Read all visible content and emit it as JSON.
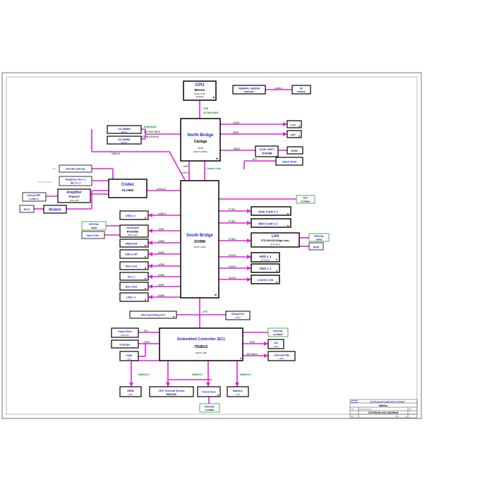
{
  "colors": {
    "bus": "#e020e0",
    "blue_text": "#1a1ad0",
    "green_text": "#1a8a1a",
    "orange_text": "#e07820",
    "red_marker": "#d01010",
    "box_border": "#000000",
    "frame": "#333333"
  },
  "blocks": {
    "cpu": {
      "title": "CPU",
      "name": "Merom",
      "sub1": "Socket P 479",
      "sub2": "&-FCPGA"
    },
    "thermal_sensor_top": {
      "title": "THERMAL SENSOR",
      "sub": "EMC1402"
    },
    "ec_top": {
      "title": "EC",
      "sub": "ITE8512"
    },
    "smbus_top": "SMBUS",
    "north_bridge": {
      "title": "North Bridge",
      "name": "Cantiga",
      "sub1": "GL40",
      "sub2": "1329-Pin FCBGA"
    },
    "south_bridge": {
      "title": "South Bridge",
      "name": "ICH9M",
      "sub": "676-Pin mBGA"
    },
    "embedded_controller": {
      "title": "Embedded Controller (EC)",
      "name": "ITE8512",
      "sub": "128-Pin LQFP"
    },
    "so_dimm0": {
      "title": "SO-DIMM0",
      "sub": "200-Pin"
    },
    "so_dimm1": {
      "title": "SO-DIMM1",
      "sub": "200-Pin"
    },
    "ram_bus": {
      "line1": "RAM BUS",
      "line2": "667/800 MHZ",
      "line3": "(DDR2/DDR3)"
    },
    "fsb": {
      "line1": "FSB",
      "line2": "667/800 MHZ"
    },
    "lcd": "LCD",
    "crt": "CRT",
    "level_shift": {
      "title": "LEVEL SHIFT",
      "sub": "CH7318B"
    },
    "hdmi": "HDMI",
    "hdcp_rom": "HDCP ROM",
    "lvds": "LVDS",
    "rgb": "RGB",
    "tmds": "TMDS",
    "spi_top": "SPI",
    "dmi": "DMI",
    "x2x4": "X2/X4",
    "control_link": "Control Link",
    "smbus_left": "SMBUS",
    "intel_mic": "Intel Mic In(Array)",
    "headphone": {
      "line1": "Headphone Out x 1",
      "line2": "Mic In x 1"
    },
    "codec": {
      "title": "Codec",
      "name": "ALC662"
    },
    "mic_label": "MIC",
    "ext_jack_label": "External JACK",
    "internal_spk": {
      "line1": "Internal SPK",
      "line2": "2 1.5W x 2"
    },
    "amplifier": {
      "title": "Amplifier",
      "name": "TPA6017",
      "sub": "16-Pin QFP"
    },
    "azalia": "AZALIA",
    "rj11": "RJ11",
    "modem": "Modem",
    "rtc": {
      "title": "RTC",
      "sub": "32.768KHZ"
    },
    "usb_x2": "USB x 2",
    "crystal_12": {
      "title": "CRYSTAL",
      "sub": "12MHZ"
    },
    "cardreader": {
      "title": "Cardreader",
      "name": "RTS5158E",
      "sub": "48-Pin LQFP"
    },
    "card_con": "Card CON",
    "webcam": "WEBCAM",
    "usb_or_bt": "USB or BT",
    "mini_card_left": "Mini Card",
    "3g_x1": "3G x 1",
    "new_card_left": "New Card",
    "usb_x1": "USB x 1",
    "usb2_labels": [
      "USB2.2",
      "USB1",
      "USB3",
      "USB4",
      "USB5",
      "USB6",
      "USB7",
      "USB8"
    ],
    "new_card_x1": "New Card x 1",
    "mini_card_x1": "Mini Card x 1",
    "pcie_labels": [
      "PCIE1",
      "PCIE2",
      "PCIE4"
    ],
    "lan": {
      "title": "LAN",
      "name": "RTL8111DL(Giga Lan)",
      "sub": "64-Pin QFN"
    },
    "crystal_25": {
      "title": "CRYSTAL",
      "sub": "25MHZ"
    },
    "rj45": "RJ45",
    "hdd_x1": "HDD x 1",
    "odd_x1": "ODD x 1",
    "esata": "e-SATA CON",
    "sata_labels": [
      "SATA0",
      "SATA1",
      "SATA4"
    ],
    "hdd_sub": "2.5\" SATA-II",
    "mini_card_debug": "Mini Card Debug Port",
    "debug_port": {
      "title": "Debug Port",
      "sub": "12-Pin"
    },
    "lpc": "LPC",
    "flash_rom": {
      "title": "Flash Rom",
      "sub": "8-Pin SOP"
    },
    "charger": "Charger",
    "fan": {
      "title": "FAN",
      "sub": "3-Pin"
    },
    "spi_ec": "SPI",
    "gpio": "GPIO",
    "crystal_ec": {
      "title": "CRYSTAL",
      "sub": "32.768KHZ"
    },
    "ps2": "PS/2",
    "tp": {
      "title": "T/P",
      "sub": "10-Pin"
    },
    "kb_matrix": "K/B Matrix",
    "internal_kb": {
      "title": "Internal K/B",
      "sub": "26-Pin"
    },
    "smbus2": "SMBUS 2",
    "smbus1": "SMBUS 1",
    "smbus0": "SMBUS 0",
    "mmb": {
      "title": "MMB",
      "sub": "8-Pin"
    },
    "cpu_thermal": {
      "title": "CPU Thermal Sensor",
      "sub": "EMC1402"
    },
    "clock_gen": "Clock Gen",
    "battery": {
      "title": "Battery",
      "sub": "7-Pin"
    },
    "crystal_clk": {
      "title": "CRYSTAL",
      "sub": "14.318MHZ"
    }
  },
  "title_block": {
    "company": "ELITEGROUP COMPUTER SYSTEMS",
    "project": "Malibu",
    "sheet_title": "SYSTEM BLOCK DIAGRAM",
    "size_label": "Size",
    "doc_label": "Document Number",
    "rev_label": "Rev",
    "date_label": "Date",
    "sheet_label": "Sheet",
    "of_label": "of"
  }
}
